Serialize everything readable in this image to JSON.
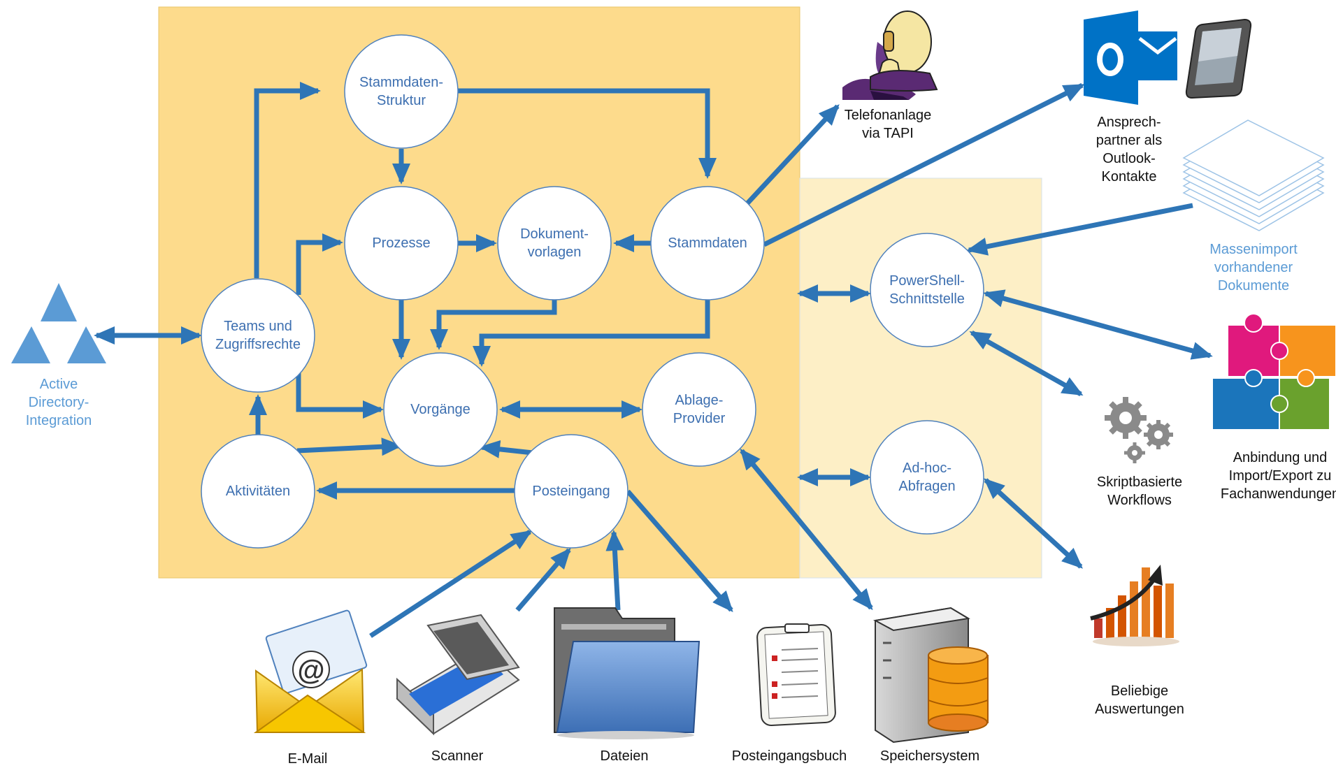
{
  "colors": {
    "arrow": "#2e75b6",
    "main_area": "#fddb8c",
    "side_area": "#fdefc6",
    "node_fill": "#ffffff",
    "node_stroke": "#4f81bd",
    "node_text": "#3d6fb0",
    "ext_text": "#111111",
    "ext_text_blue": "#5b9bd5"
  },
  "nodes": {
    "stammdaten_struktur": "Stammdaten-\nStruktur",
    "prozesse": "Prozesse",
    "dokumentvorlagen": "Dokument-\nvorlagen",
    "stammdaten": "Stammdaten",
    "teams": "Teams und\nZugriffsrechte",
    "vorgaenge": "Vorgänge",
    "ablage": "Ablage-\nProvider",
    "aktivitaeten": "Aktivitäten",
    "posteingang": "Posteingang",
    "powershell": "PowerShell-\nSchnittstelle",
    "adhoc": "Ad-hoc-\nAbfragen"
  },
  "externals": {
    "active_directory": "Active\nDirectory-\nIntegration",
    "telefonanlage": "Telefonanlage\nvia TAPI",
    "outlook": "Ansprech-\npartner als\nOutlook-\nKontakte",
    "massenimport": "Massenimport\nvorhandener\nDokumente",
    "fachanwendungen": "Anbindung und\nImport/Export zu\nFachanwendungen",
    "workflows": "Skriptbasierte\nWorkflows",
    "auswertungen": "Beliebige\nAuswertungen",
    "email": "E-Mail",
    "scanner": "Scanner",
    "dateien": "Dateien",
    "posteingangsbuch": "Posteingangsbuch",
    "speichersystem": "Speichersystem"
  },
  "icons": {
    "active_directory": "active-directory-triangles-icon",
    "telefonanlage": "person-on-phone-icon",
    "outlook": "outlook-icon",
    "phone": "smartphone-icon",
    "massenimport": "paper-stack-icon",
    "fachanwendungen": "puzzle-icon",
    "workflows": "gears-icon",
    "auswertungen": "growth-chart-icon",
    "email": "envelope-at-icon",
    "scanner": "scanner-icon",
    "dateien": "folder-icon",
    "posteingangsbuch": "checklist-document-icon",
    "speichersystem": "server-database-icon"
  }
}
